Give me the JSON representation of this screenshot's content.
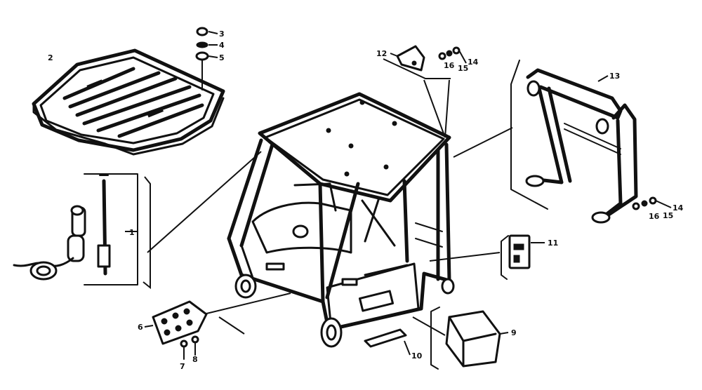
{
  "callouts": [
    {
      "id": "c1",
      "label": "1"
    },
    {
      "id": "c2",
      "label": "2"
    },
    {
      "id": "c3",
      "label": "3"
    },
    {
      "id": "c4",
      "label": "4"
    },
    {
      "id": "c5",
      "label": "5"
    },
    {
      "id": "c6",
      "label": "6"
    },
    {
      "id": "c7",
      "label": "7"
    },
    {
      "id": "c8",
      "label": "8"
    },
    {
      "id": "c9",
      "label": "9"
    },
    {
      "id": "c10",
      "label": "10"
    },
    {
      "id": "c11",
      "label": "11"
    },
    {
      "id": "c12",
      "label": "12"
    },
    {
      "id": "c13",
      "label": "13"
    },
    {
      "id": "c14a",
      "label": "14"
    },
    {
      "id": "c15a",
      "label": "15"
    },
    {
      "id": "c16a",
      "label": "16"
    },
    {
      "id": "c14b",
      "label": "14"
    },
    {
      "id": "c15b",
      "label": "15"
    },
    {
      "id": "c16b",
      "label": "16"
    }
  ]
}
